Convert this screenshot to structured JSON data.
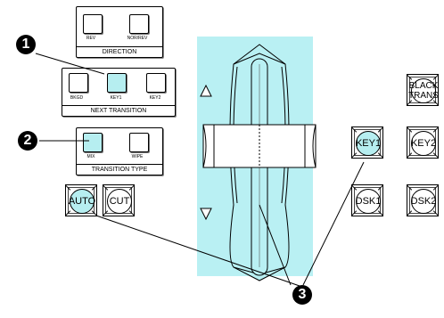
{
  "direction": {
    "label": "DIRECTION",
    "buttons": [
      {
        "label": "REV",
        "lit": false
      },
      {
        "label": "NOR/REV",
        "lit": false
      }
    ]
  },
  "next_transition": {
    "label": "NEXT TRANSITION",
    "buttons": [
      {
        "label": "BKGD",
        "lit": false
      },
      {
        "label": "KEY1",
        "lit": true
      },
      {
        "label": "KEY2",
        "lit": false
      }
    ]
  },
  "transition_type": {
    "label": "TRANSITION TYPE",
    "buttons": [
      {
        "label": "MIX",
        "lit": true
      },
      {
        "label": "WIPE",
        "lit": false
      }
    ]
  },
  "round_buttons": {
    "auto": "AUTO",
    "cut": "CUT",
    "key1": "KEY1",
    "key2": "KEY2",
    "dsk1": "DSK1",
    "dsk2": "DSK2",
    "black_line1": "BLACK",
    "black_line2": "TRANS"
  },
  "callouts": [
    "1",
    "2",
    "3"
  ],
  "colors": {
    "highlight": "#b6eef0",
    "tbar_area": "#b9f0f3",
    "outline": "#000000"
  },
  "icons": {
    "up_arrow": "triangle-up-outline-icon",
    "down_arrow": "triangle-down-outline-icon"
  }
}
